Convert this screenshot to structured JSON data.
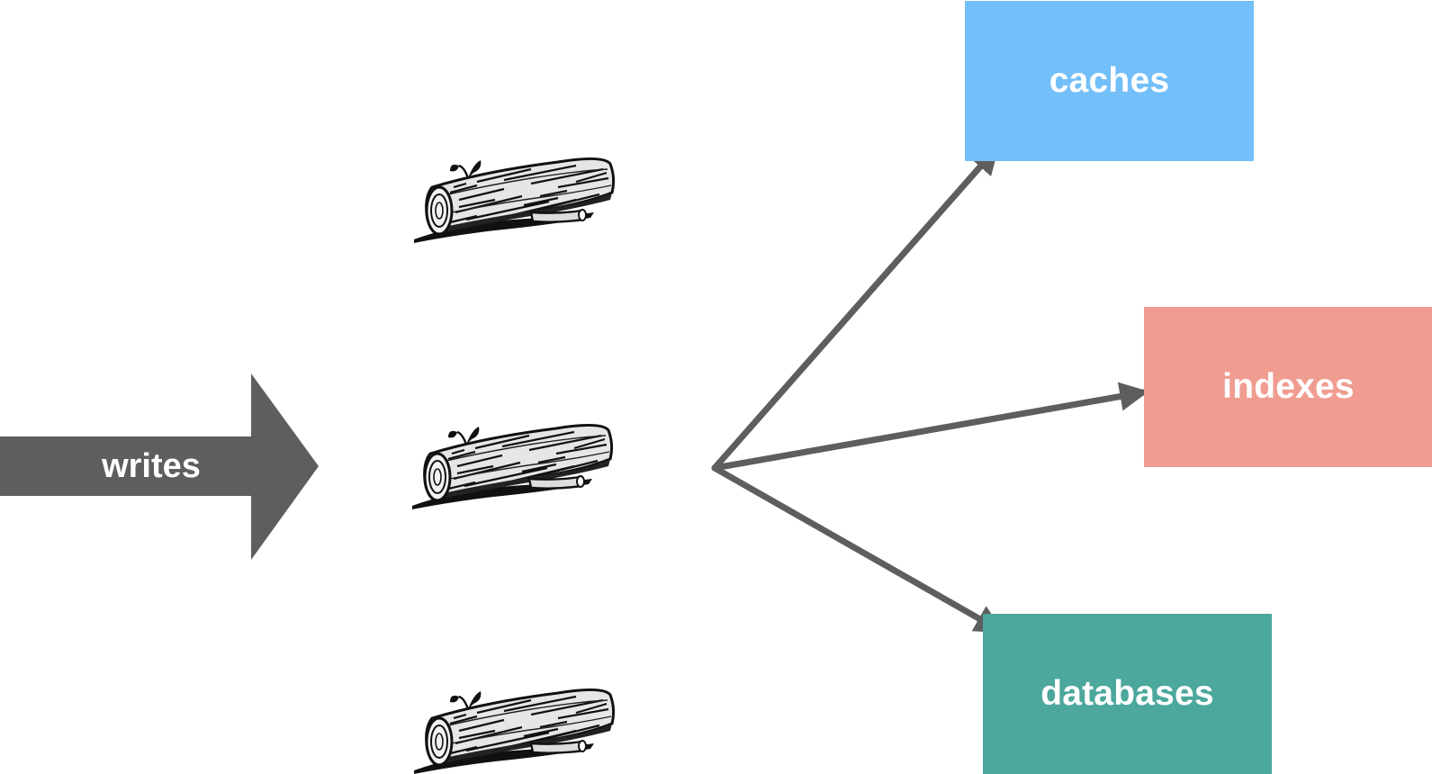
{
  "writes_arrow": {
    "label": "writes",
    "color": "#5e5e5e"
  },
  "logs": [
    {
      "icon": "log-icon"
    },
    {
      "icon": "log-icon"
    },
    {
      "icon": "log-icon"
    }
  ],
  "fanout_arrow_color": "#5e5e5e",
  "targets": {
    "caches": {
      "label": "caches",
      "color": "#73bff9"
    },
    "indexes": {
      "label": "indexes",
      "color": "#f09c90"
    },
    "databases": {
      "label": "databases",
      "color": "#4ca79c"
    }
  }
}
